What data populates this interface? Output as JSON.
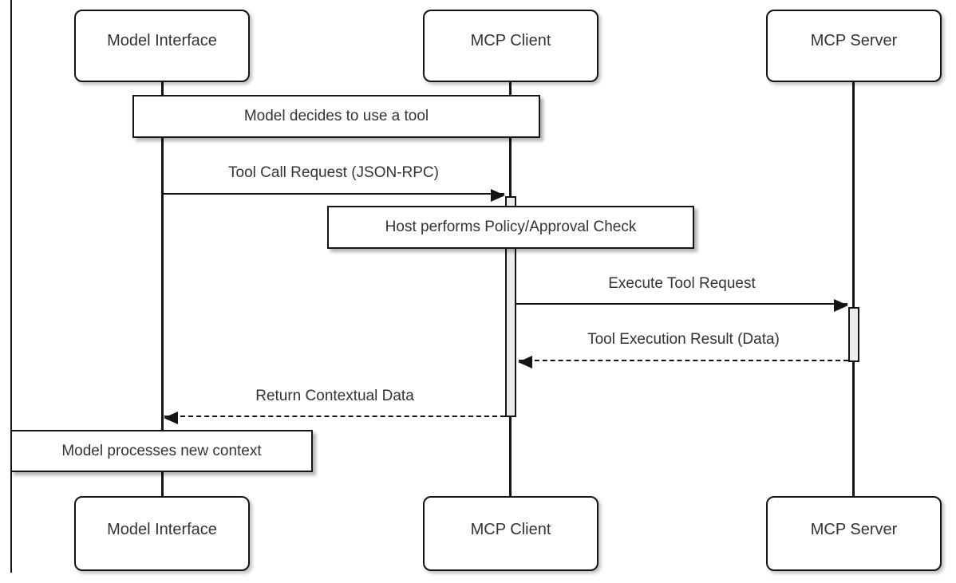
{
  "diagram_type": "sequence-diagram",
  "colors": {
    "background": "#ffffff",
    "line": "#141414",
    "text": "#333333",
    "activation_fill": "#ececec",
    "box_fill": "#ffffff"
  },
  "participants": [
    {
      "label": "Model Interface"
    },
    {
      "label": "MCP Client"
    },
    {
      "label": "MCP Server"
    }
  ],
  "notes": [
    {
      "label": "Model decides to use a tool"
    },
    {
      "label": "Host performs Policy/Approval Check"
    },
    {
      "label": "Model processes new context"
    }
  ],
  "messages": [
    {
      "label": "Tool Call Request (JSON-RPC)",
      "style": "solid",
      "from": "Model Interface",
      "to": "MCP Client"
    },
    {
      "label": "Execute Tool Request",
      "style": "solid",
      "from": "MCP Client",
      "to": "MCP Server"
    },
    {
      "label": "Tool Execution Result (Data)",
      "style": "dashed",
      "from": "MCP Server",
      "to": "MCP Client"
    },
    {
      "label": "Return Contextual Data",
      "style": "dashed",
      "from": "MCP Client",
      "to": "Model Interface"
    }
  ]
}
